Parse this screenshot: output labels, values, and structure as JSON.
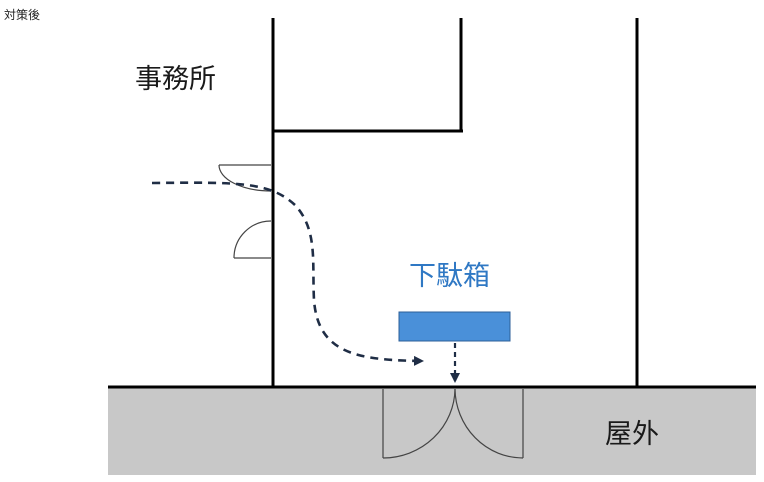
{
  "caption": "対策後",
  "labels": {
    "office": "事務所",
    "shoe_box": "下駄箱",
    "outside": "屋外"
  },
  "colors": {
    "wall": "#000000",
    "outside_floor": "#c8c8c8",
    "shoe_box_fill": "#4a90d9",
    "shoe_box_stroke": "#2c5f98",
    "shoe_box_label": "#2f78c4",
    "path_arrow": "#1f2d45",
    "door": "#444444"
  }
}
